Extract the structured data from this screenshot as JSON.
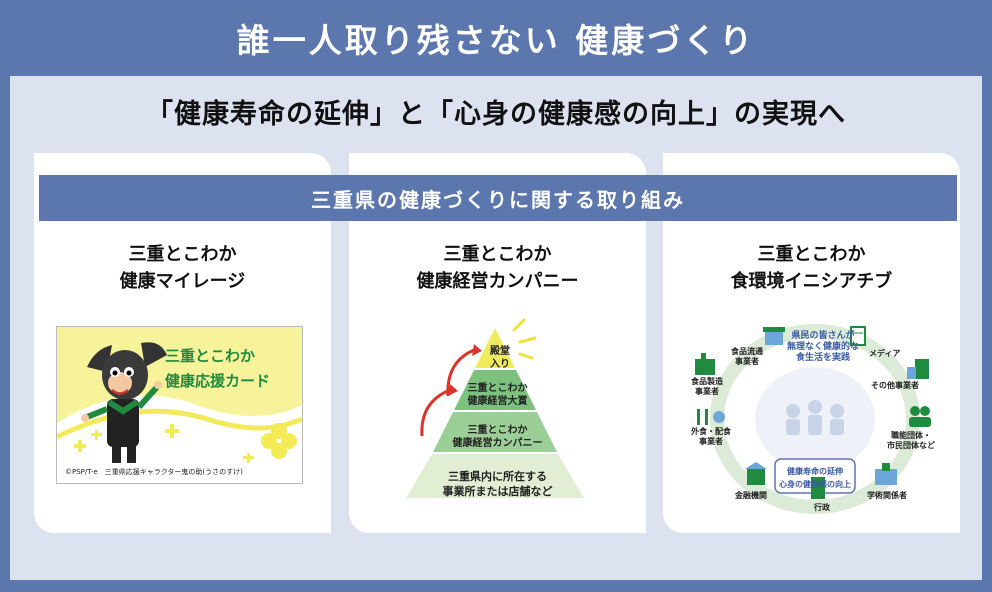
{
  "header": {
    "title": "誰一人取り残さない 健康づくり"
  },
  "subtitle": "「健康寿命の延伸」と「心身の健康感の向上」の実現へ",
  "band": "三重県の健康づくりに関する取り組み",
  "cards": [
    {
      "title_line1": "三重とこわか",
      "title_line2": "健康マイレージ",
      "image": {
        "label_line1": "三重とこわか",
        "label_line2": "健康応援カード",
        "copyright": "©PSP/T-e　三重県応援キャラクター鬼の助(うさのすけ)"
      }
    },
    {
      "title_line1": "三重とこわか",
      "title_line2": "健康経営カンパニー",
      "pyramid": {
        "tier1": {
          "line1": "殿堂",
          "line2": "入り"
        },
        "tier2": {
          "line1": "三重とこわか",
          "line2": "健康経営大賞"
        },
        "tier3": {
          "line1": "三重とこわか",
          "line2": "健康経営カンパニー"
        },
        "tier4": {
          "line1": "三重県内に所在する",
          "line2": "事業所または店舗など"
        }
      }
    },
    {
      "title_line1": "三重とこわか",
      "title_line2": "食環境イニシアチブ",
      "diagram": {
        "center_line1": "県民の皆さんが",
        "center_line2": "無理なく健康的な",
        "center_line3": "食生活を実践",
        "goal_line1": "健康寿命の延伸",
        "goal_line2": "心身の健康感の向上",
        "stakeholders": {
          "food_business": {
            "line1": "食品流通",
            "line2": "事業者"
          },
          "media": "メディア",
          "food_manufacturing": {
            "line1": "食品製造",
            "line2": "事業者"
          },
          "other_business": "その他事業者",
          "dining": {
            "line1": "外食・配食",
            "line2": "事業者"
          },
          "professional": {
            "line1": "職能団体・",
            "line2": "市民団体など"
          },
          "finance": "金融機関",
          "government": "行政",
          "academic": "学術関係者"
        }
      }
    }
  ],
  "colors": {
    "frame": "#5C76AE",
    "panel": "#DDE2F1",
    "green": "#1F8B3F",
    "yellow": "#F5F26E",
    "arrow_red": "#D9342B"
  }
}
